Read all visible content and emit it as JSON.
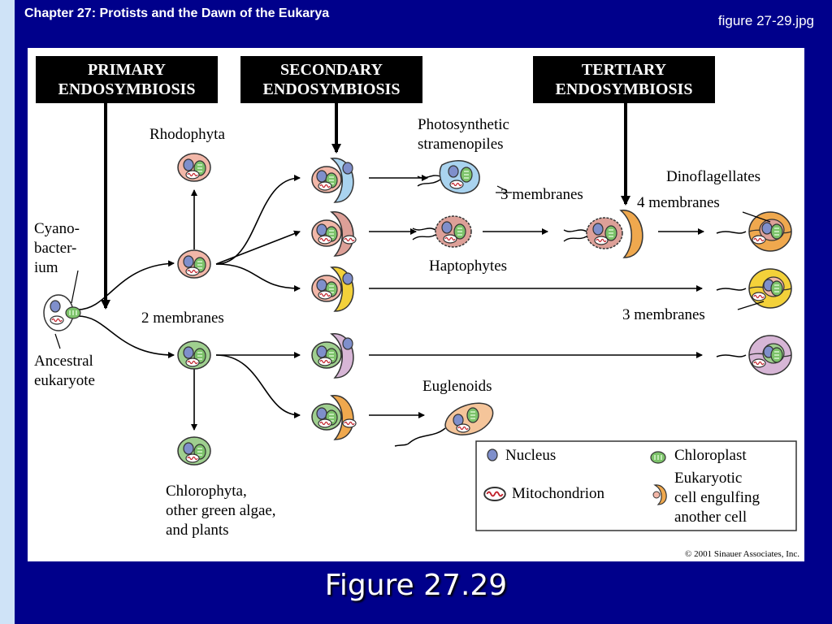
{
  "header": {
    "title": "Chapter 27: Protists and the Dawn of the Eukarya",
    "file_name": "figure 27-29.jpg"
  },
  "caption": "Figure 27.29",
  "diagram": {
    "stages": {
      "primary": [
        "PRIMARY",
        "ENDOSYMBIOSIS"
      ],
      "secondary": [
        "SECONDARY",
        "ENDOSYMBIOSIS"
      ],
      "tertiary": [
        "TERTIARY",
        "ENDOSYMBIOSIS"
      ]
    },
    "labels": {
      "rhodophyta": "Rhodophyta",
      "cyano": [
        "Cyano-",
        "bacter-",
        "ium"
      ],
      "ancestral": [
        "Ancestral",
        "eukaryote"
      ],
      "two_membranes": "2 membranes",
      "chlorophyta": [
        "Chlorophyta,",
        "other green algae,",
        "and plants"
      ],
      "photosynthetic": [
        "Photosynthetic",
        "stramenopiles"
      ],
      "three_membranes_a": "3 membranes",
      "haptophytes": "Haptophytes",
      "euglenoids": "Euglenoids",
      "dinoflagellates": "Dinoflagellates",
      "four_membranes": "4 membranes",
      "three_membranes_b": "3 membranes"
    },
    "legend": {
      "nucleus": "Nucleus",
      "chloroplast": "Chloroplast",
      "mitochondrion": "Mitochondrion",
      "engulfing": [
        "Eukaryotic",
        "cell engulfing",
        "another cell"
      ]
    },
    "copyright": "© 2001 Sinauer Associates, Inc.",
    "colors": {
      "red_cell": "#f2b7a8",
      "green_cell": "#9fcf8f",
      "blue_cell": "#a9d3ef",
      "yellow_cell": "#f3d13a",
      "purple_cell": "#d7b6d6",
      "orange_cell": "#efa84e",
      "nucleus": "#7f8fcb",
      "chloroplast": "#7cc26a"
    }
  }
}
